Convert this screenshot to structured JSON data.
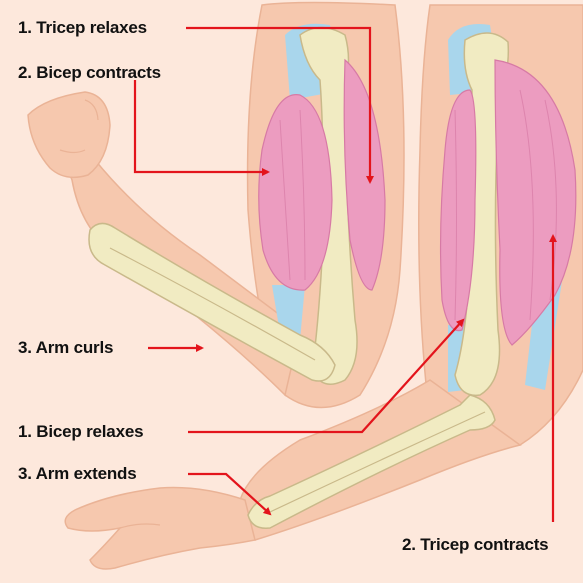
{
  "labels": {
    "tricep_relaxes": "1. Tricep relaxes",
    "bicep_contracts": "2. Bicep contracts",
    "arm_curls": "3. Arm curls",
    "bicep_relaxes": "1. Bicep relaxes",
    "arm_extends": "3. Arm extends",
    "tricep_contracts": "2. Tricep contracts"
  },
  "colors": {
    "background": "#fde8dc",
    "skin": "#f6c8ae",
    "skin_outline": "#eab396",
    "muscle": "#ec9cc0",
    "muscle_dark": "#d77aa5",
    "tendon": "#a9d6ec",
    "bone": "#f1ebc2",
    "bone_outline": "#c9b98a",
    "arrow": "#e3141c"
  }
}
